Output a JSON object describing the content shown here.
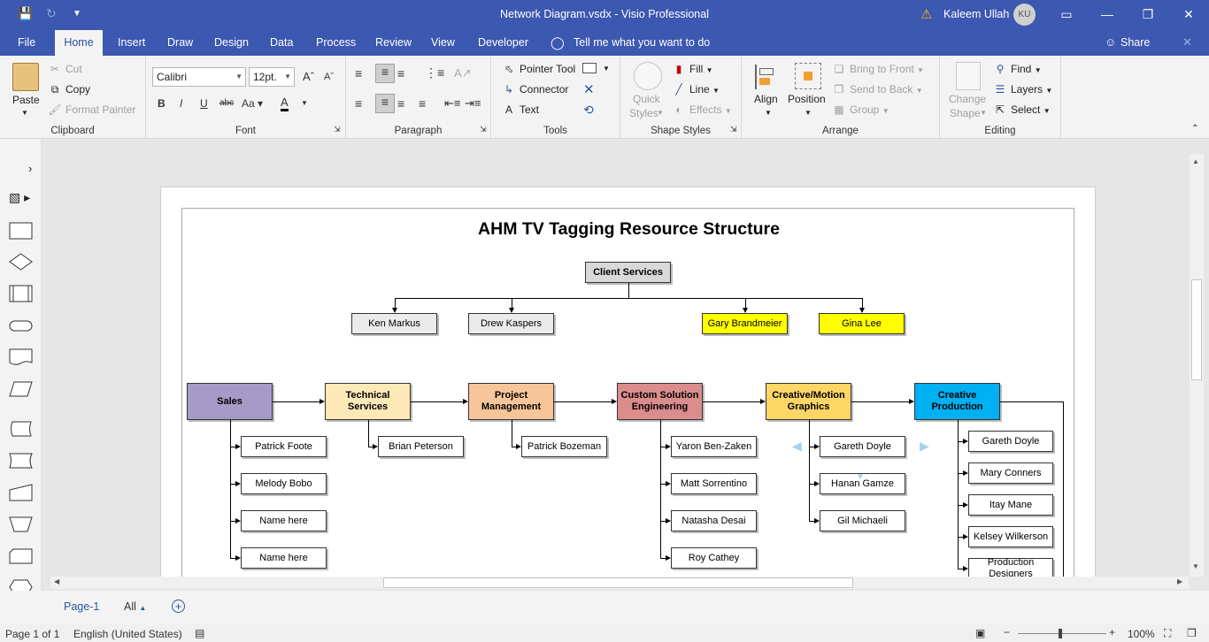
{
  "window": {
    "title": "Network Diagram.vsdx  -  Visio Professional",
    "user_name": "Kaleem Ullah",
    "user_initials": "KU"
  },
  "tabs": [
    "File",
    "Home",
    "Insert",
    "Draw",
    "Design",
    "Data",
    "Process",
    "Review",
    "View",
    "Developer"
  ],
  "tell_me": "Tell me what you want to do",
  "share": "Share",
  "clipboard": {
    "paste": "Paste",
    "cut": "Cut",
    "copy": "Copy",
    "format_painter": "Format Painter",
    "label": "Clipboard"
  },
  "font": {
    "family": "Calibri",
    "size": "12pt.",
    "label": "Font"
  },
  "paragraph": {
    "label": "Paragraph"
  },
  "tools": {
    "pointer": "Pointer Tool",
    "connector": "Connector",
    "text": "Text",
    "label": "Tools"
  },
  "shape_styles": {
    "quick1": "Quick",
    "quick2": "Styles",
    "fill": "Fill",
    "line": "Line",
    "effects": "Effects",
    "label": "Shape Styles"
  },
  "arrange": {
    "align": "Align",
    "position": "Position",
    "bring_front": "Bring to Front",
    "send_back": "Send to Back",
    "group": "Group",
    "label": "Arrange"
  },
  "editing": {
    "change1": "Change",
    "change2": "Shape",
    "find": "Find",
    "layers": "Layers",
    "select": "Select",
    "label": "Editing"
  },
  "diagram": {
    "title": "AHM TV Tagging Resource Structure",
    "root": "Client Services",
    "managers": [
      "Ken Markus",
      "Drew Kaspers",
      "Gary Brandmeier",
      "Gina Lee"
    ],
    "departments": [
      {
        "name": "Sales",
        "color": "#a59bc6",
        "members": [
          "Patrick Foote",
          "Melody Bobo",
          "Name here",
          "Name here"
        ]
      },
      {
        "name": "Technical Services",
        "color": "#fde9b8",
        "members": [
          "Brian Peterson"
        ]
      },
      {
        "name": "Project Management",
        "color": "#f8c59a",
        "members": [
          "Patrick Bozeman"
        ]
      },
      {
        "name": "Custom Solution Engineering",
        "color": "#db8c8c",
        "members": [
          "Yaron Ben-Zaken",
          "Matt Sorrentino",
          "Natasha Desai",
          "Roy Cathey"
        ]
      },
      {
        "name": "Creative/Motion Graphics",
        "color": "#fdd666",
        "members": [
          "Gareth Doyle",
          "Hanan Gamze",
          "Gil Michaeli"
        ]
      },
      {
        "name": "Creative Production",
        "color": "#00b0f0",
        "members": [
          "Gareth Doyle",
          "Mary Conners",
          "Itay Mane",
          "Kelsey Wilkerson",
          "Production Designers"
        ]
      }
    ],
    "highlight_color": "#ffff00",
    "neutral_color": "#ebebeb"
  },
  "pagebar": {
    "page": "Page-1",
    "all": "All"
  },
  "status": {
    "page": "Page 1 of 1",
    "language": "English (United States)",
    "zoom": "100%"
  }
}
